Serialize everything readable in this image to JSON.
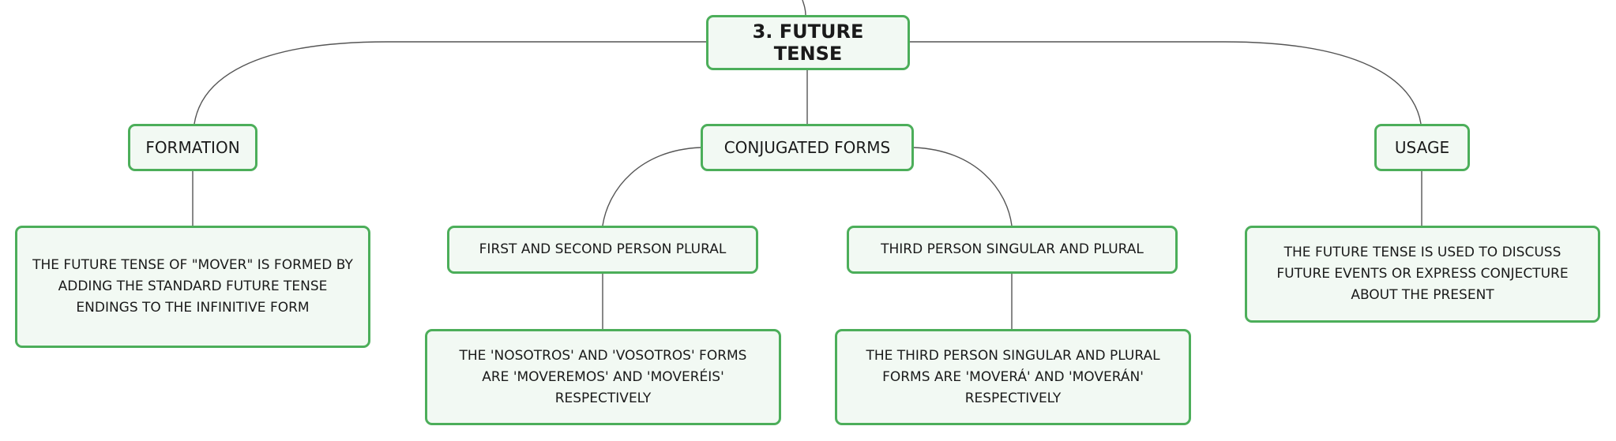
{
  "root": {
    "label": "3. FUTURE TENSE"
  },
  "branches": {
    "formation": {
      "label": "FORMATION",
      "detail": "THE FUTURE TENSE OF \"MOVER\" IS FORMED BY ADDING THE STANDARD FUTURE TENSE ENDINGS TO THE INFINITIVE FORM"
    },
    "conjugated": {
      "label": "CONJUGATED FORMS",
      "first_second": {
        "label": "FIRST AND SECOND PERSON PLURAL",
        "detail": "THE 'NOSOTROS' AND 'VOSOTROS' FORMS ARE 'MOVEREMOS' AND 'MOVERÉIS' RESPECTIVELY"
      },
      "third": {
        "label": "THIRD PERSON SINGULAR AND PLURAL",
        "detail": "THE THIRD PERSON SINGULAR AND PLURAL FORMS ARE 'MOVERÁ' AND 'MOVERÁN' RESPECTIVELY"
      }
    },
    "usage": {
      "label": "USAGE",
      "detail": "THE FUTURE TENSE IS USED TO DISCUSS FUTURE EVENTS OR EXPRESS CONJECTURE ABOUT THE PRESENT"
    }
  },
  "colors": {
    "node_border": "#4cae5a",
    "node_fill": "#f2f9f3",
    "connector": "#555555",
    "text": "#1a1a1a"
  }
}
